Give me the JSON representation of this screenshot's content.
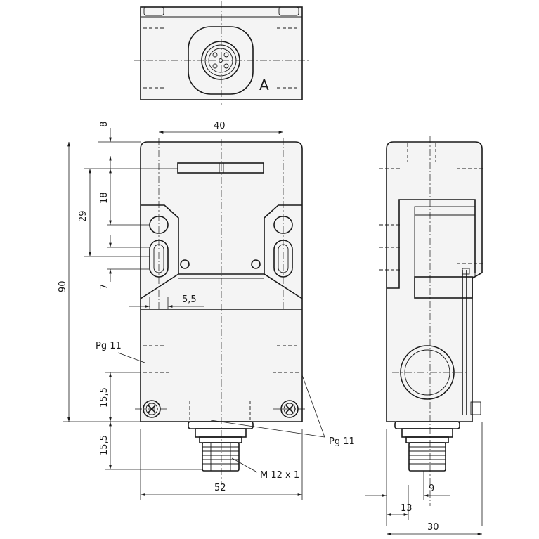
{
  "top_view": {
    "label": "A"
  },
  "dimensions": {
    "width_40": "40",
    "height_8": "8",
    "height_18": "18",
    "height_29": "29",
    "height_90": "90",
    "height_7": "7",
    "slot_5_5": "5,5",
    "height_15_5_upper": "15,5",
    "height_15_5_lower": "15,5",
    "width_52": "52",
    "side_9": "9",
    "side_13": "13",
    "side_30": "30"
  },
  "callouts": {
    "pg11_left": "Pg 11",
    "pg11_right": "Pg 11",
    "m12": "M 12 x 1"
  },
  "colors": {
    "line": "#1a1a1a",
    "background": "#ffffff"
  }
}
